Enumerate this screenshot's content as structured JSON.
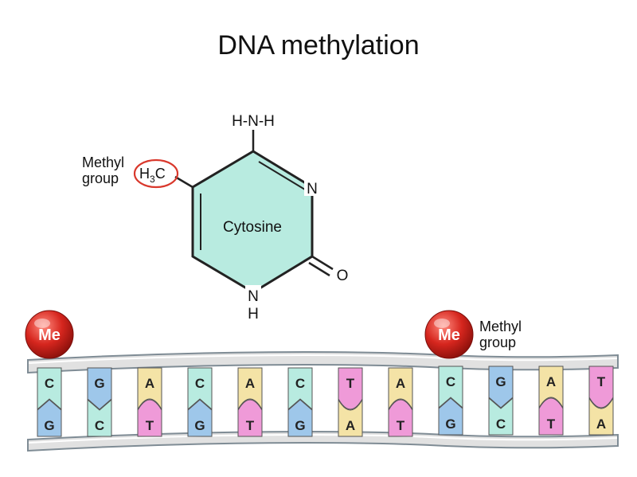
{
  "title": "DNA methylation",
  "molecule": {
    "name": "Cytosine",
    "amino_group": "H-N-H",
    "ring_nitrogen": "N",
    "carbonyl_oxygen": "O",
    "nh_n": "N",
    "nh_h": "H",
    "methyl_carbon_h": "H",
    "methyl_carbon_sub": "3",
    "methyl_carbon_c": "C",
    "methyl_label_line1": "Methyl",
    "methyl_label_line2": "group",
    "ring_fill": "#b8ebe0",
    "highlight_color": "#d9382c"
  },
  "dna": {
    "marker_text": "Me",
    "marker_color": "#d6261e",
    "methyl_label_line1": "Methyl",
    "methyl_label_line2": "group",
    "top_strand": [
      "C",
      "G",
      "A",
      "C",
      "A",
      "C",
      "T",
      "A",
      "C",
      "G",
      "A",
      "T"
    ],
    "bottom_strand": [
      "G",
      "C",
      "T",
      "G",
      "T",
      "G",
      "A",
      "T",
      "G",
      "C",
      "T",
      "A"
    ],
    "methylated_positions": [
      0,
      8
    ],
    "base_colors": {
      "C": "#b8ebe0",
      "G": "#9ec7ea",
      "A": "#f4e3a6",
      "T": "#ef9ad8"
    }
  }
}
